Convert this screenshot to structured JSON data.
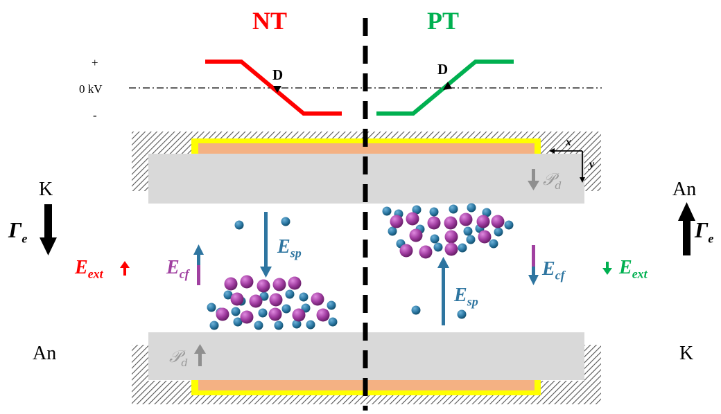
{
  "titles": {
    "left": "NT",
    "right": "PT"
  },
  "voltage_ticks": {
    "plus": "+",
    "zero": "0 kV",
    "minus": "-"
  },
  "point_label": "D",
  "axes": {
    "x": "x",
    "y": "y"
  },
  "electrodes": {
    "left_top": "K",
    "left_bottom": "An",
    "right_top": "An",
    "right_bottom": "K"
  },
  "gamma": {
    "symbol": "Γ",
    "sub": "e"
  },
  "fields": {
    "ext": {
      "symbol": "E",
      "sub": "ext"
    },
    "cf": {
      "symbol": "E",
      "sub": "cf"
    },
    "sp": {
      "symbol": "E",
      "sub": "sp"
    },
    "pd": {
      "symbol": "𝒫",
      "sub": "d"
    }
  },
  "colors": {
    "negative": "#ff0000",
    "positive": "#00b050",
    "field": "#2e75a0",
    "ion": "#a040a0",
    "electrode": "#d9d9d9",
    "dielectric_layer": "#f4b183",
    "contact_layer": "#ffff00",
    "hatch": "#555555"
  },
  "legend_icons": [
    "negative-ion",
    "electron"
  ]
}
